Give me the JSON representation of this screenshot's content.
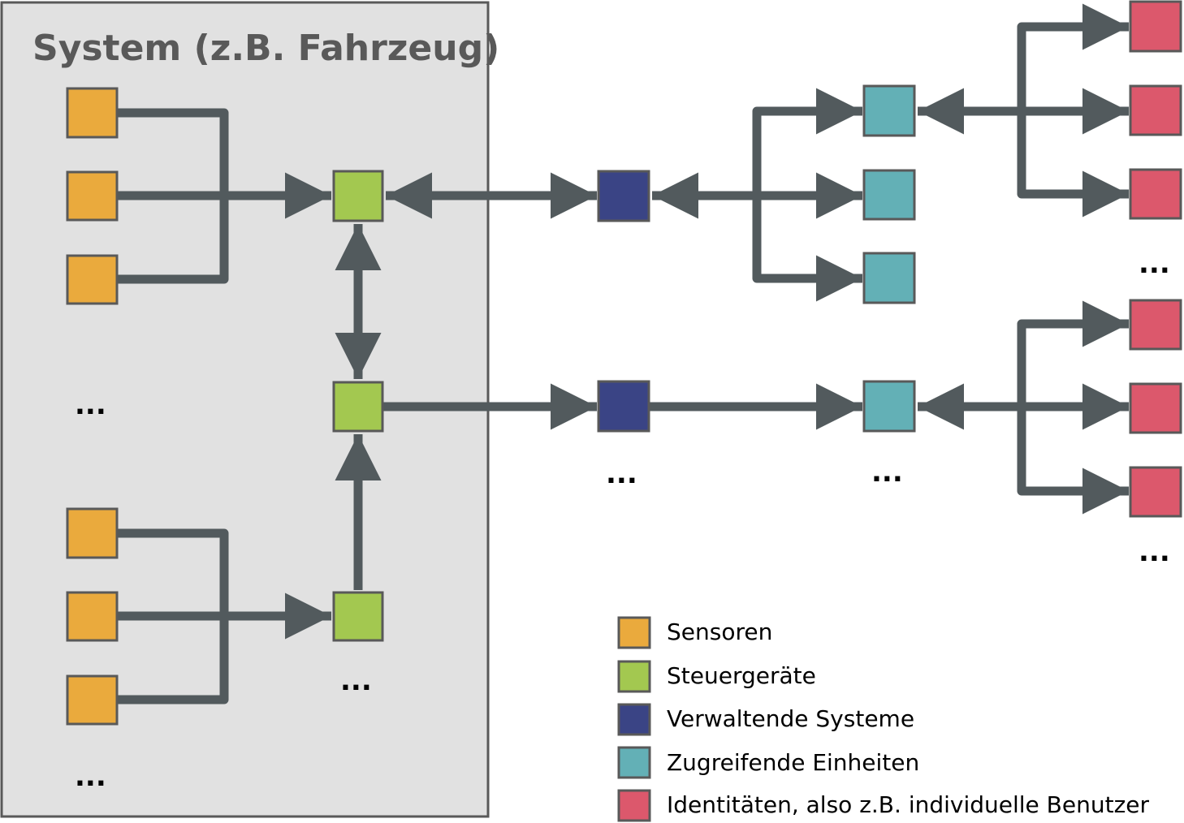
{
  "system_box": {
    "title": "System (z.B. Fahrzeug)",
    "fill": "#e1e1e1",
    "border": "#595959"
  },
  "colors": {
    "connector": "#525a5d",
    "node_border": "#595959",
    "sensor": "#eaaa3d",
    "controller": "#a3c850",
    "managing": "#3a4485",
    "accessing": "#63b0b6",
    "identity": "#dc586c"
  },
  "ellipsis": "...",
  "nodes": {
    "sensors": [
      "sensor",
      "sensor",
      "sensor",
      "sensor",
      "sensor",
      "sensor"
    ],
    "controllers": [
      "controller",
      "controller",
      "controller"
    ],
    "managing_systems": [
      "managing",
      "managing"
    ],
    "accessing_units": [
      "accessing",
      "accessing",
      "accessing",
      "accessing"
    ],
    "identities": [
      "identity",
      "identity",
      "identity",
      "identity",
      "identity",
      "identity"
    ]
  },
  "legend": [
    {
      "key": "sensor",
      "label": "Sensoren"
    },
    {
      "key": "controller",
      "label": "Steuergeräte"
    },
    {
      "key": "managing",
      "label": "Verwaltende Systeme"
    },
    {
      "key": "accessing",
      "label": "Zugreifende Einheiten"
    },
    {
      "key": "identity",
      "label": "Identitäten, also z.B. individuelle Benutzer"
    }
  ]
}
